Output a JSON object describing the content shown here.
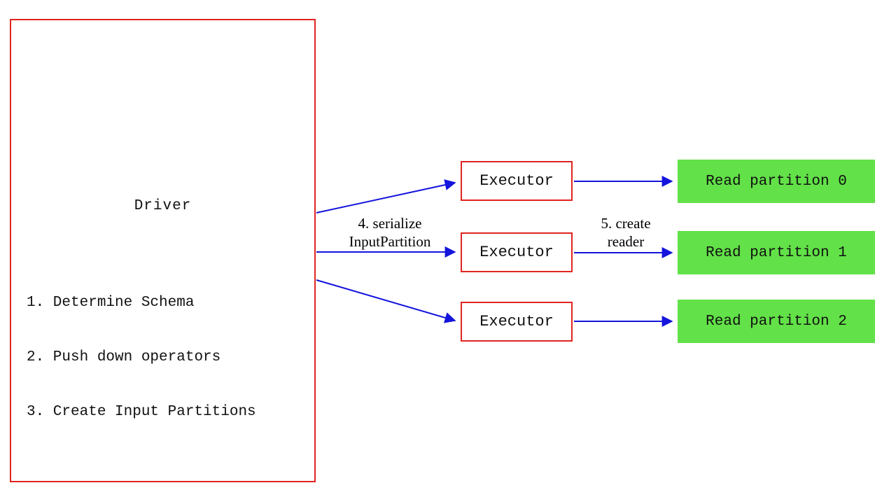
{
  "diagram": {
    "driver": {
      "title": "Driver",
      "steps": [
        "1. Determine Schema",
        "2. Push down operators",
        "3. Create Input Partitions"
      ]
    },
    "executors": [
      {
        "label": "Executor"
      },
      {
        "label": "Executor"
      },
      {
        "label": "Executor"
      }
    ],
    "partitions": [
      {
        "label": "Read partition 0"
      },
      {
        "label": "Read partition 1"
      },
      {
        "label": "Read partition 2"
      }
    ],
    "annotations": {
      "serialize_line1": "4. serialize",
      "serialize_line2": "InputPartition",
      "reader_line1": "5. create",
      "reader_line2": "reader"
    },
    "colors": {
      "box_border_red": "#e02420",
      "arrow_blue": "#1414dd",
      "partition_green": "#62e148"
    }
  }
}
